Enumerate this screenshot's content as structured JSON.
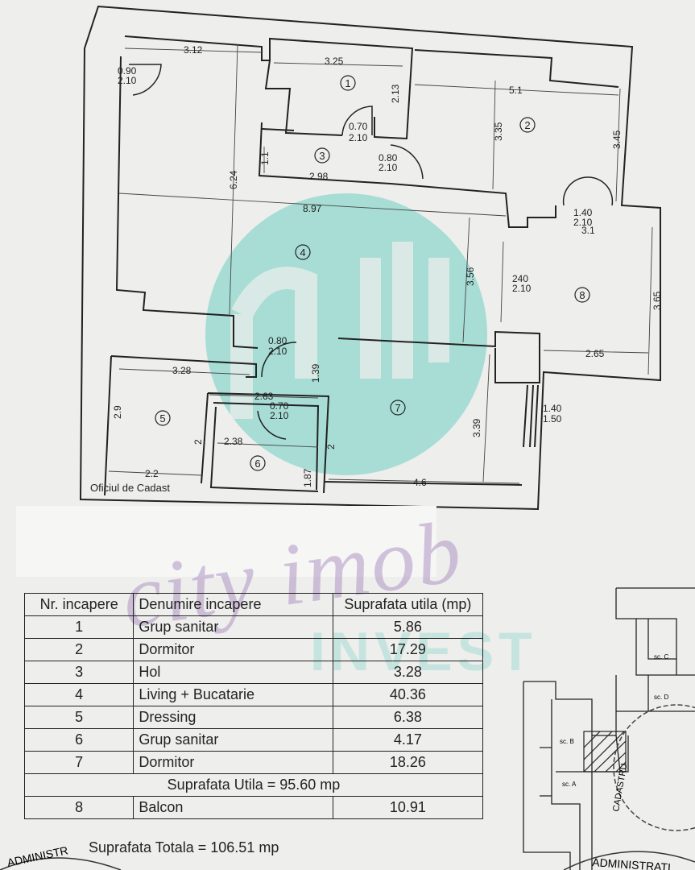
{
  "plan": {
    "rooms": [
      {
        "number": "1"
      },
      {
        "number": "2"
      },
      {
        "number": "3"
      },
      {
        "number": "4"
      },
      {
        "number": "5"
      },
      {
        "number": "6"
      },
      {
        "number": "7"
      },
      {
        "number": "8"
      }
    ],
    "dimensions": [
      "3.12",
      "3.25",
      "2.13",
      "5.1",
      "3.35",
      "3.45",
      "0.70",
      "2.10",
      "0.80",
      "2.10",
      "1.1",
      "2.98",
      "6.24",
      "8.97",
      "1.40",
      "2.10",
      "3.1",
      "240",
      "2.10",
      "3.56",
      "3.65",
      "0.80",
      "2.10",
      "2.65",
      "3.28",
      "1.39",
      "2.63",
      "0.70",
      "2.10",
      "2.9",
      "2.38",
      "2",
      "2",
      "3.39",
      "1.40",
      "1.50",
      "2.2",
      "1.87",
      "4.6",
      "0.90",
      "2.10"
    ],
    "footer_text": "Oficiul de Cadast"
  },
  "watermark": {
    "brand": "city imob",
    "sub": "INVEST"
  },
  "table": {
    "headers": {
      "nr": "Nr. incapere",
      "name": "Denumire incapere",
      "area": "Suprafata utila (mp)"
    },
    "rows": [
      {
        "nr": "1",
        "name": "Grup sanitar",
        "area": "5.86"
      },
      {
        "nr": "2",
        "name": "Dormitor",
        "area": "17.29"
      },
      {
        "nr": "3",
        "name": "Hol",
        "area": "3.28"
      },
      {
        "nr": "4",
        "name": "Living + Bucatarie",
        "area": "40.36"
      },
      {
        "nr": "5",
        "name": "Dressing",
        "area": "6.38"
      },
      {
        "nr": "6",
        "name": "Grup sanitar",
        "area": "4.17"
      },
      {
        "nr": "7",
        "name": "Dormitor",
        "area": "18.26"
      }
    ],
    "subtotal": "Suprafata Utila = 95.60 mp",
    "balcony": {
      "nr": "8",
      "name": "Balcon",
      "area": "10.91"
    },
    "total": "Suprafata Totala = 106.51 mp"
  },
  "minimap": {
    "labels": [
      "sc. C",
      "sc. D",
      "sc. B",
      "sc. A"
    ]
  },
  "stamps": {
    "left": "ADMINISTR",
    "right": "ADMINISTRATI",
    "seal": "CADASTRU"
  }
}
